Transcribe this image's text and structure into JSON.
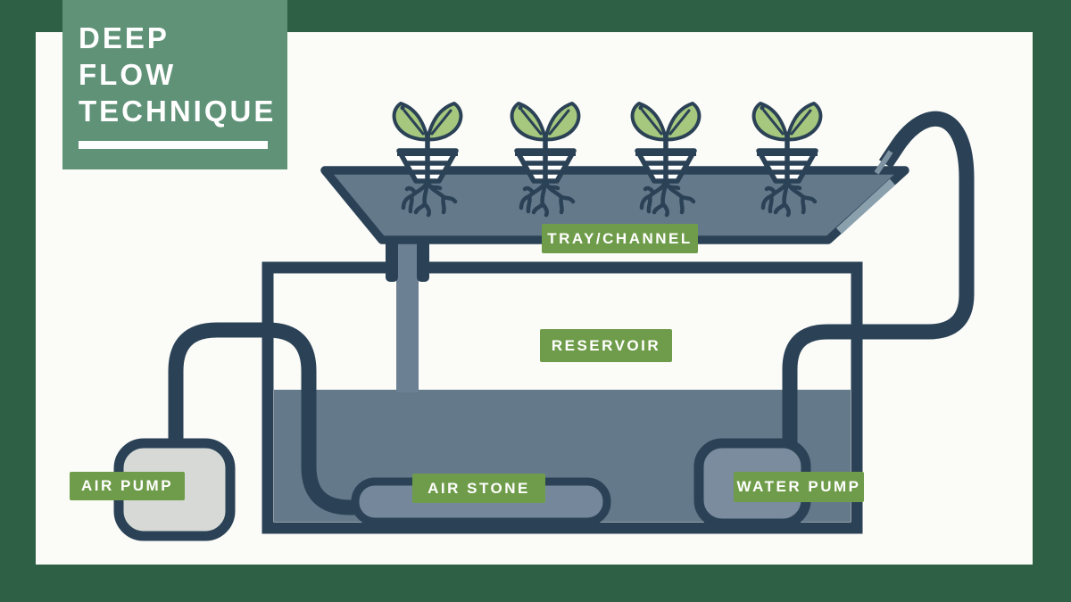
{
  "title": {
    "lines": [
      "DEEP",
      "FLOW",
      "TECHNIQUE"
    ]
  },
  "labels": {
    "tray_channel": "TRAY/CHANNEL",
    "reservoir": "RESERVOIR",
    "air_pump": "AIR PUMP",
    "air_stone": "AIR STONE",
    "water_pump": "WATER PUMP"
  },
  "palette": {
    "frame_green": "#2e6045",
    "panel_green": "#609278",
    "badge_green": "#6f9c4a",
    "navy": "#2b4256",
    "water": "#64798a",
    "component": "#75889b",
    "pipe_slate": "#6c8093",
    "pump_gray": "#d6d9d5",
    "leaf_green": "#a5c77e",
    "paper": "#fbfbf8"
  },
  "diagram": {
    "plant_count": 4,
    "plant_x_positions": [
      479,
      611,
      746,
      882
    ]
  }
}
